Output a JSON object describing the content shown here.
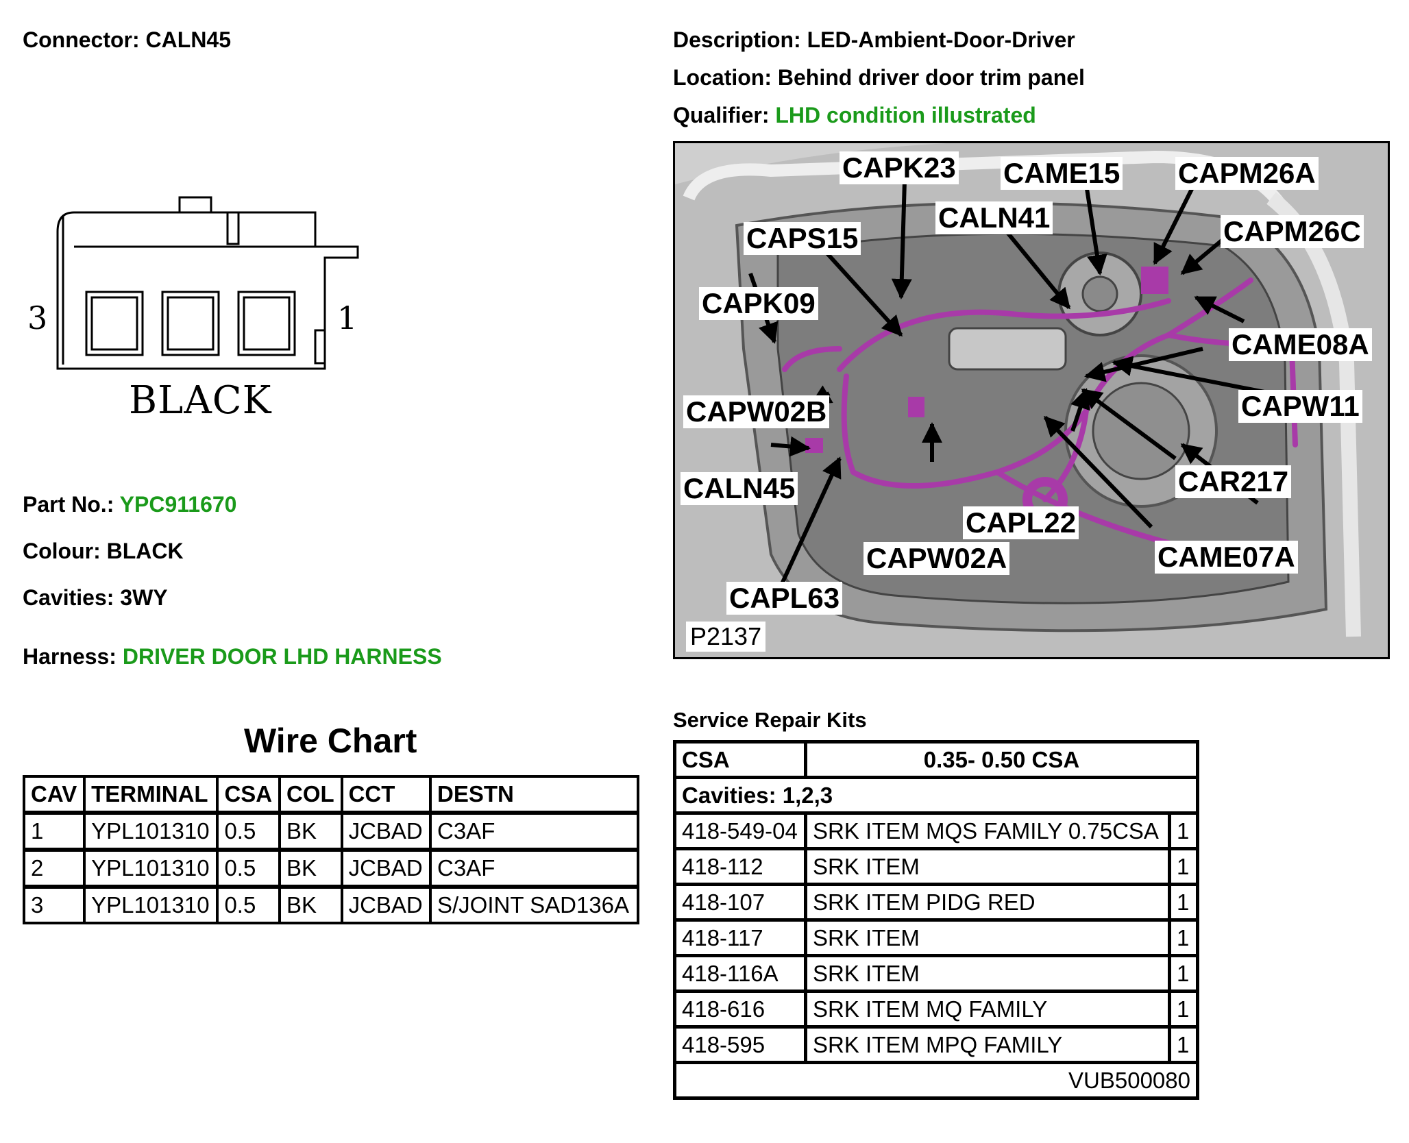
{
  "header": {
    "connector_label": "Connector:",
    "connector_value": "CALN45",
    "description_label": "Description:",
    "description_value": "LED-Ambient-Door-Driver",
    "location_label": "Location:",
    "location_value": "Behind driver door trim panel",
    "qualifier_label": "Qualifier:",
    "qualifier_value": "LHD condition illustrated"
  },
  "connector": {
    "left_cavity": "3",
    "right_cavity": "1",
    "colour_label": "BLACK"
  },
  "details": {
    "part_no_label": "Part No.:",
    "part_no_value": "YPC911670",
    "colour_label": "Colour:",
    "colour_value": "BLACK",
    "cavities_label": "Cavities:",
    "cavities_value": "3WY",
    "harness_label": "Harness:",
    "harness_value": "DRIVER DOOR LHD HARNESS"
  },
  "colors": {
    "accent_green": "#1a9a1a",
    "harness_magenta": "#a83aa8"
  },
  "wire_chart": {
    "title": "Wire Chart",
    "headers": [
      "CAV",
      "TERMINAL",
      "CSA",
      "COL",
      "CCT",
      "DESTN"
    ],
    "rows": [
      [
        "1",
        "YPL101310",
        "0.5",
        "BK",
        "JCBAD",
        "C3AF"
      ],
      [
        "2",
        "YPL101310",
        "0.5",
        "BK",
        "JCBAD",
        "C3AF"
      ],
      [
        "3",
        "YPL101310",
        "0.5",
        "BK",
        "JCBAD",
        "S/JOINT SAD136A"
      ]
    ]
  },
  "illustration": {
    "ref": "P2137",
    "callouts": {
      "capk23": "CAPK23",
      "came15": "CAME15",
      "capm26a": "CAPM26A",
      "caln41": "CALN41",
      "caps15": "CAPS15",
      "capm26c": "CAPM26C",
      "capk09": "CAPK09",
      "came08a": "CAME08A",
      "capw02b": "CAPW02B",
      "capw11": "CAPW11",
      "caln45": "CALN45",
      "car217": "CAR217",
      "capl22": "CAPL22",
      "capw02a": "CAPW02A",
      "came07a": "CAME07A",
      "capl63": "CAPL63"
    }
  },
  "service_repair_kits": {
    "title": "Service Repair Kits",
    "csa_label": "CSA",
    "csa_value": "0.35- 0.50 CSA",
    "cavities_label": "Cavities: 1,2,3",
    "kits": [
      [
        "418-549-04",
        "SRK ITEM MQS FAMILY 0.75CSA",
        "1"
      ],
      [
        "418-112",
        "SRK ITEM",
        "1"
      ],
      [
        "418-107",
        "SRK ITEM PIDG RED",
        "1"
      ],
      [
        "418-117",
        "SRK ITEM",
        "1"
      ],
      [
        "418-116A",
        "SRK ITEM",
        "1"
      ],
      [
        "418-616",
        "SRK ITEM MQ FAMILY",
        "1"
      ],
      [
        "418-595",
        "SRK ITEM MPQ FAMILY",
        "1"
      ]
    ],
    "footer_code": "VUB500080"
  }
}
